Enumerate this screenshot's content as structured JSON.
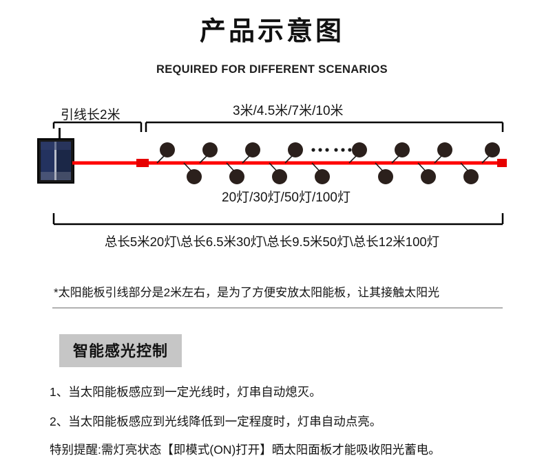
{
  "header": {
    "title": "产品示意图",
    "subtitle": "REQUIRED FOR DIFFERENT SCENARIOS"
  },
  "diagram": {
    "lead_label": "引线长2米",
    "span_label": "3米/4.5米/7米/10米",
    "count_label": "20灯/30灯/50灯/100灯",
    "total_label": "总长5米20灯\\总长6.5米30灯\\总长9.5米50灯\\总长12米100灯",
    "wire_color": "#ff0000",
    "connector_color": "#e60000",
    "bulb_color": "#2b201c",
    "bracket_color": "#000000",
    "solar_panel": {
      "frame_color": "#181818",
      "cell_color": "#1e2c52"
    },
    "top_bulbs_x": [
      243,
      305,
      367,
      429,
      522,
      584,
      646,
      715
    ],
    "bottom_bulbs_x": [
      282,
      344,
      406,
      468,
      560,
      622,
      684
    ],
    "ellipsis_dots": 6
  },
  "note": {
    "text": "*太阳能板引线部分是2米左右，是为了方便安放太阳能板，让其接触太阳光"
  },
  "smart_control": {
    "badge": "智能感光控制",
    "items": [
      "1、当太阳能板感应到一定光线时，灯串自动熄灭。",
      "2、当太阳能板感应到光线降低到一定程度时，灯串自动点亮。"
    ],
    "reminder": "特别提醒:需灯亮状态【即模式(ON)打开】晒太阳面板才能吸收阳光蓄电。"
  }
}
